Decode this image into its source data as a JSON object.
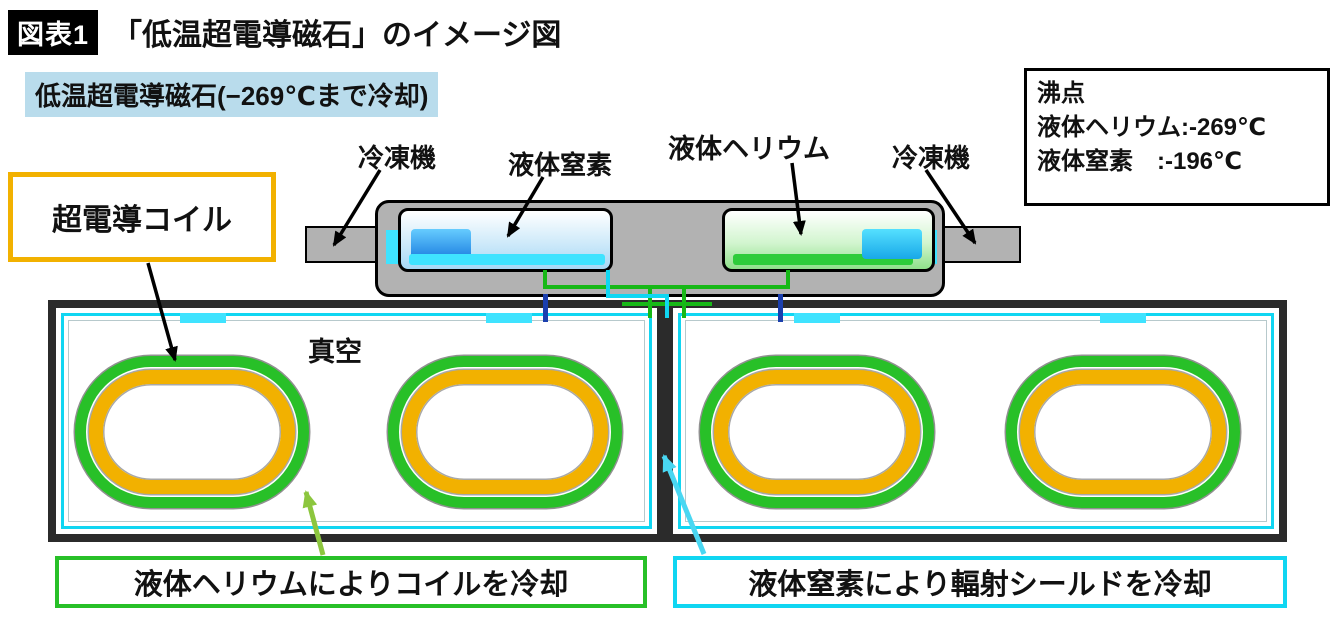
{
  "header": {
    "tag": "図表1",
    "title": "「低温超電導磁石」のイメージ図"
  },
  "labels": {
    "magnet": "低温超電導磁石(−269℃まで冷却)",
    "refrigerator": "冷凍機",
    "liquid_nitrogen": "液体窒素",
    "liquid_helium": "液体ヘリウム",
    "superconducting_coil": "超電導コイル",
    "vacuum": "真空",
    "helium_cooling": "液体ヘリウムによりコイルを冷却",
    "nitrogen_cooling": "液体窒素により輻射シールドを冷却"
  },
  "boiling": {
    "title": "沸点",
    "lines": [
      "液体ヘリウム:-269℃",
      "液体窒素　:-196℃"
    ]
  },
  "colors": {
    "highlight_bg": "#b9dcec",
    "coil_green": "#28c028",
    "coil_amber": "#f2b100",
    "shield_cyan": "#10d6f2",
    "helium_green": "#2ecc3a",
    "nitrogen_blue": "#2b9ff0",
    "frame_dark": "#2b2b2b",
    "cryostat_gray": "#b2b2b2"
  }
}
